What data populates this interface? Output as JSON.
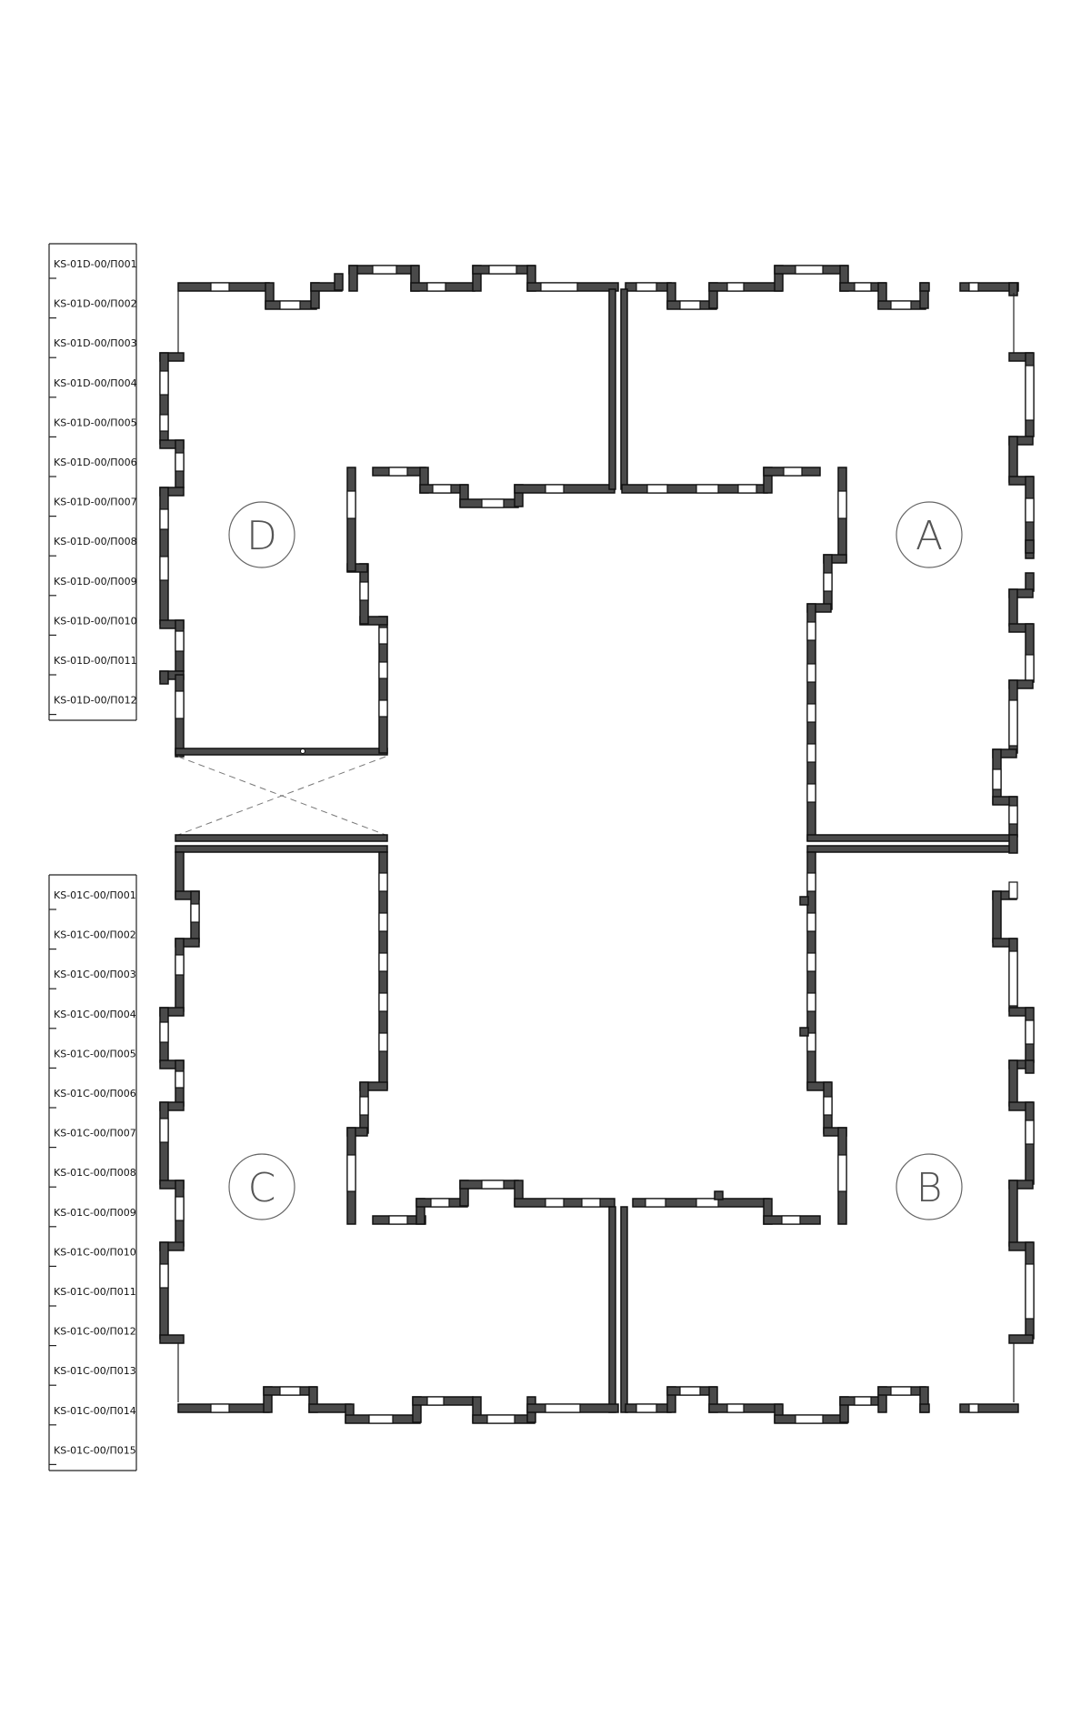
{
  "zones": [
    "D",
    "A",
    "C",
    "B"
  ],
  "legend_d": {
    "items": [
      "KS-01D-00/П001",
      "KS-01D-00/П002",
      "KS-01D-00/П003",
      "KS-01D-00/П004",
      "KS-01D-00/П005",
      "KS-01D-00/П006",
      "KS-01D-00/П007",
      "KS-01D-00/П008",
      "KS-01D-00/П009",
      "KS-01D-00/П010",
      "KS-01D-00/П011",
      "KS-01D-00/П012"
    ]
  },
  "legend_c": {
    "items": [
      "KS-01C-00/П001",
      "KS-01C-00/П002",
      "KS-01C-00/П003",
      "KS-01C-00/П004",
      "KS-01C-00/П005",
      "KS-01C-00/П006",
      "KS-01C-00/П007",
      "KS-01C-00/П008",
      "KS-01C-00/П009",
      "KS-01C-00/П010",
      "KS-01C-00/П011",
      "KS-01C-00/П012",
      "KS-01C-00/П013",
      "KS-01C-00/П014",
      "KS-01C-00/П015"
    ]
  },
  "colors": {
    "wall": "#4a4a4a",
    "line": "#111111",
    "zone": "#555555"
  }
}
